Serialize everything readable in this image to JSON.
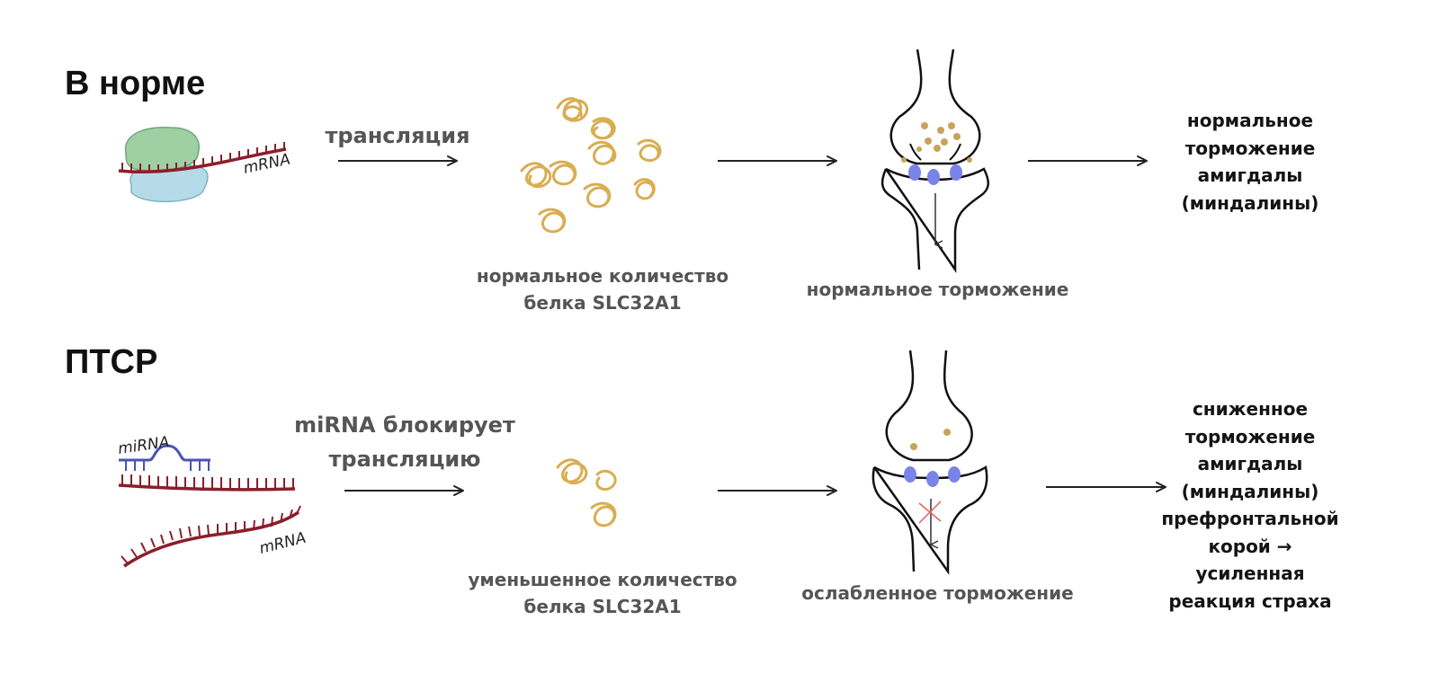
{
  "rows": {
    "normal": {
      "heading": "В норме",
      "process_label": "трансляция",
      "molecule_tag": "mRNA",
      "protein_caption": [
        "нормальное количество",
        "белка SLC32A1"
      ],
      "synapse_caption": "нормальное торможение",
      "outcome": [
        "нормальное",
        "торможение",
        "амигдалы",
        "(миндалины)"
      ]
    },
    "ptsd": {
      "heading": "ПТСР",
      "process_label": [
        "miRNA блокирует",
        "трансляцию"
      ],
      "mirna_tag": "miRNA",
      "molecule_tag": "mRNA",
      "protein_caption": [
        "уменьшенное количество",
        "белка SLC32A1"
      ],
      "synapse_caption": "ослабленное торможение",
      "outcome": [
        "сниженное",
        "торможение",
        "амигдалы",
        "(миндалины)",
        "префронтальной",
        "корой →",
        "усиленная",
        "реакция страха"
      ]
    }
  },
  "colors": {
    "ribosome_top": "#9ed0a4",
    "ribosome_bottom": "#b5dbe8",
    "rna": "#8b1e2a",
    "mirna": "#4a53b5",
    "protein": "#d9ad52",
    "vesicle": "#c9a35a",
    "receptor": "#7a83e8",
    "block_mark": "#e06060",
    "arrow": "#222222"
  }
}
